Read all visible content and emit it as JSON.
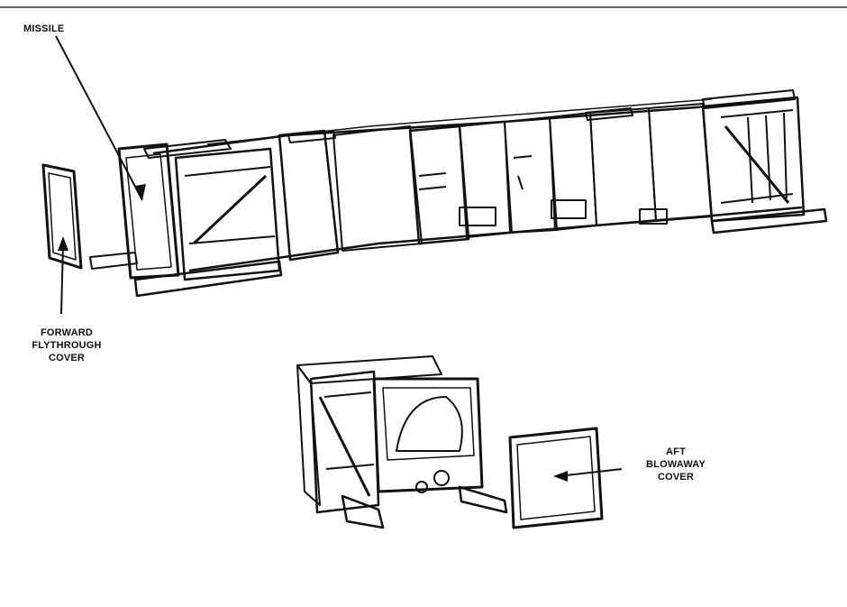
{
  "labels": {
    "missile": "MISSILE",
    "forward_cover": [
      "FORWARD",
      "FLYTHROUGH",
      "COVER"
    ],
    "aft_cover": [
      "AFT",
      "BLOWAWAY",
      "COVER"
    ]
  },
  "colors": {
    "ink": "#111111",
    "paper": "#ffffff"
  }
}
